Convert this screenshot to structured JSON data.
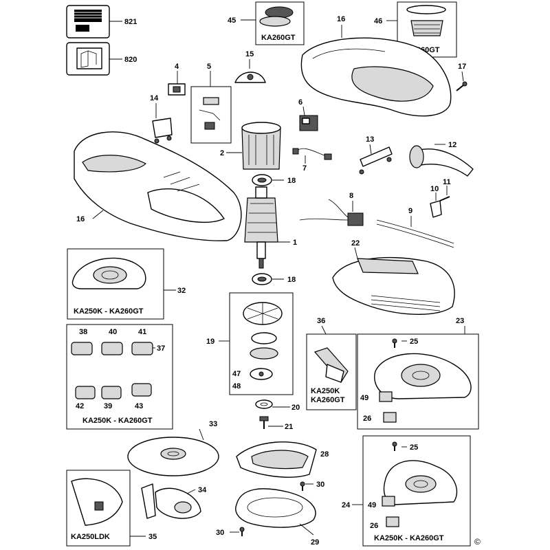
{
  "labels": {
    "p821": "821",
    "p820": "820",
    "p45": "45",
    "p46": "46",
    "p16a": "16",
    "p16b": "16",
    "p17": "17",
    "p15": "15",
    "p4": "4",
    "p5": "5",
    "p14": "14",
    "p6": "6",
    "p2": "2",
    "p7": "7",
    "p13": "13",
    "p12": "12",
    "p18a": "18",
    "p18b": "18",
    "p10": "10",
    "p11": "11",
    "p8": "8",
    "p9": "9",
    "p1": "1",
    "p22": "22",
    "p32": "32",
    "p19": "19",
    "p36": "36",
    "p23": "23",
    "p25a": "25",
    "p25b": "25",
    "p38": "38",
    "p40": "40",
    "p41": "41",
    "p37": "37",
    "p42": "42",
    "p39": "39",
    "p43": "43",
    "p47": "47",
    "p48": "48",
    "p49a": "49",
    "p49b": "49",
    "p26a": "26",
    "p26b": "26",
    "p20": "20",
    "p21": "21",
    "p33": "33",
    "p28": "28",
    "p30a": "30",
    "p30b": "30",
    "p34": "34",
    "p24": "24",
    "p35": "35",
    "p29": "29"
  },
  "captions": {
    "c45": "KA260GT",
    "c46": "KA260GT",
    "c32": "KA250K - KA260GT",
    "c37": "KA250K - KA260GT",
    "c36a": "KA250K",
    "c36b": "KA260GT",
    "c24": "KA250K - KA260GT",
    "c35": "KA250LDK"
  },
  "copyright": "©"
}
